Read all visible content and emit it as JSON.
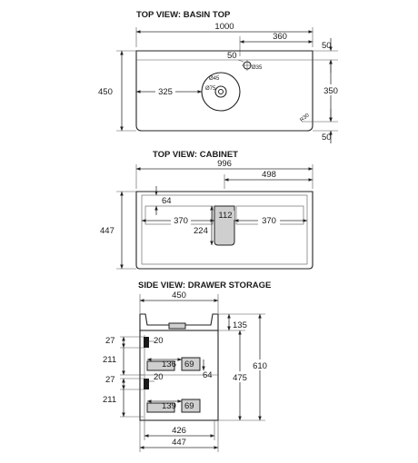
{
  "top_basin": {
    "title": "TOP VIEW: BASIN TOP",
    "width": "1000",
    "offset_right": "360",
    "edge_right_top": "50",
    "edge_right_bottom": "50",
    "offset_left": "325",
    "depth": "450",
    "inner_depth": "350",
    "tap_offset": "50",
    "tap_diameter": "Ø35",
    "waste_diameter": "Ø45",
    "bowl_diameter": "Ø75",
    "corner_radius": "R30"
  },
  "top_cabinet": {
    "title": "TOP VIEW: CABINET",
    "width": "996",
    "right_half": "498",
    "rail": "64",
    "left_span": "370",
    "cutout": "112",
    "right_span": "370",
    "cutout_depth": "224",
    "depth": "447"
  },
  "side": {
    "title": "SIDE VIEW: DRAWER STORAGE",
    "top_width": "450",
    "top_gap": "135",
    "upper_front": "27",
    "upper_tab": "20",
    "upper_drawer": "211",
    "upper_inner": "136",
    "upper_slot": "69",
    "mid_gap": "64",
    "lower_front": "27",
    "lower_tab": "20",
    "lower_drawer": "211",
    "lower_inner": "139",
    "lower_slot": "69",
    "inner_height": "475",
    "total_height": "610",
    "bottom_inner": "426",
    "bottom_total": "447"
  }
}
